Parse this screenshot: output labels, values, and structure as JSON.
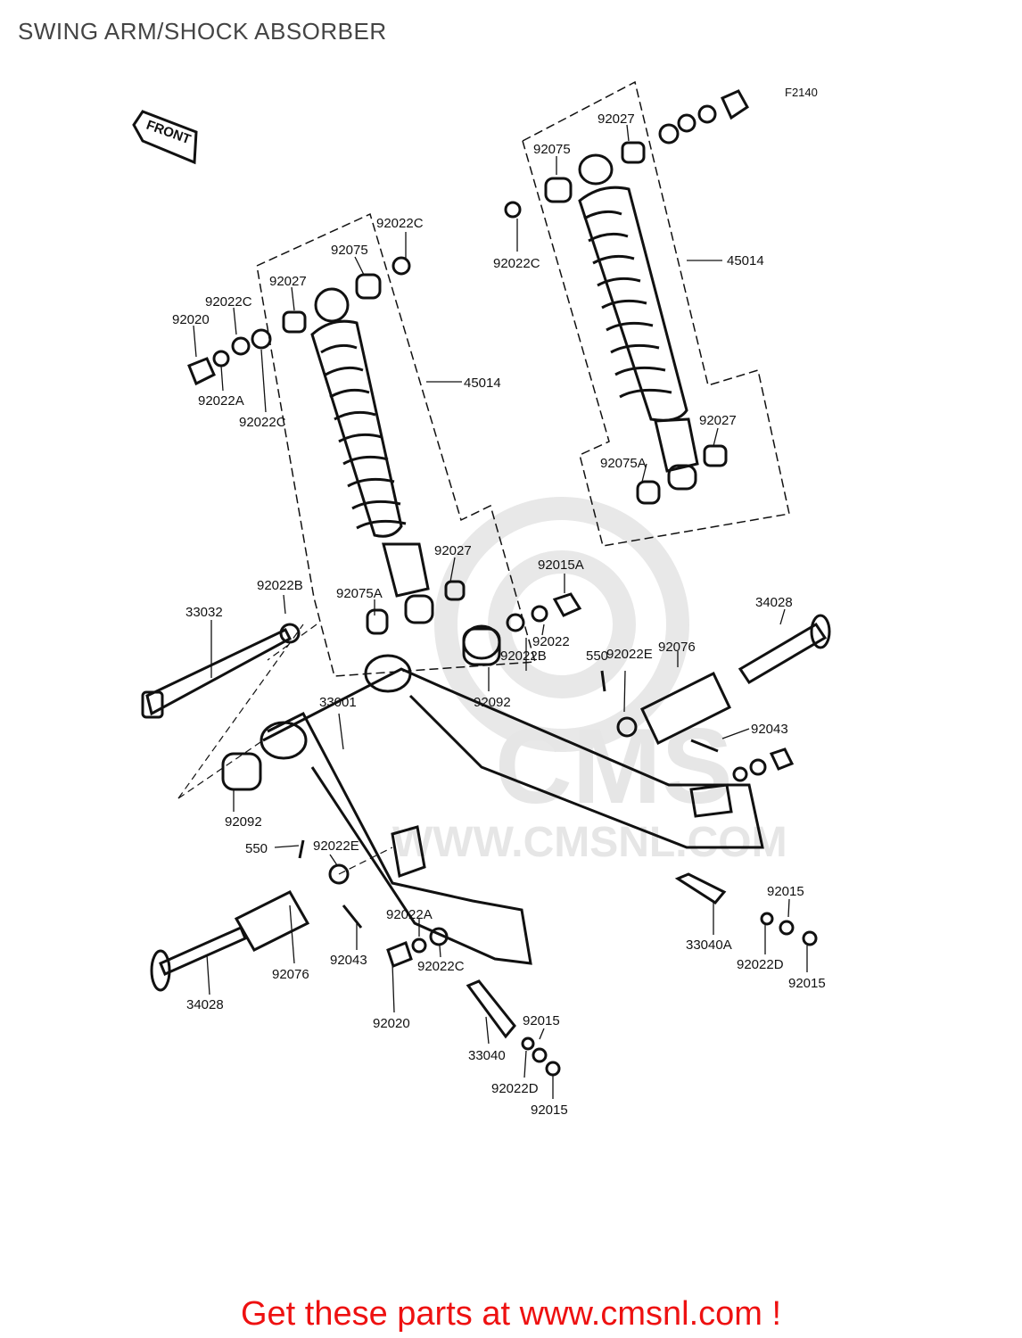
{
  "header": {
    "title": "SWING ARM/SHOCK ABSORBER"
  },
  "diagram": {
    "figure_code": "F2140",
    "front_label": "FRONT",
    "watermark": {
      "logo": "CMS",
      "url": "WWW.CMSNL.COM"
    },
    "part_labels": [
      "92027",
      "92075",
      "92022C",
      "45014",
      "92022C",
      "92075",
      "92027",
      "92022C",
      "92020",
      "92022A",
      "92022C",
      "45014",
      "92075A",
      "92027",
      "92027",
      "92075A",
      "92015A",
      "92022B",
      "33032",
      "34028",
      "92022",
      "550",
      "92076",
      "92022B",
      "92022E",
      "92092",
      "33001",
      "92043",
      "92092",
      "550",
      "92022E",
      "92015",
      "33040A",
      "92022D",
      "92015",
      "92022A",
      "92022C",
      "92043",
      "92076",
      "34028",
      "92020",
      "92015",
      "33040",
      "92022D",
      "92015"
    ]
  },
  "footer": {
    "text": "Get these parts at www.cmsnl.com !"
  },
  "colors": {
    "title": "#444444",
    "footer": "#ee1111",
    "line": "#111111",
    "watermark": "#e6e6e6"
  }
}
